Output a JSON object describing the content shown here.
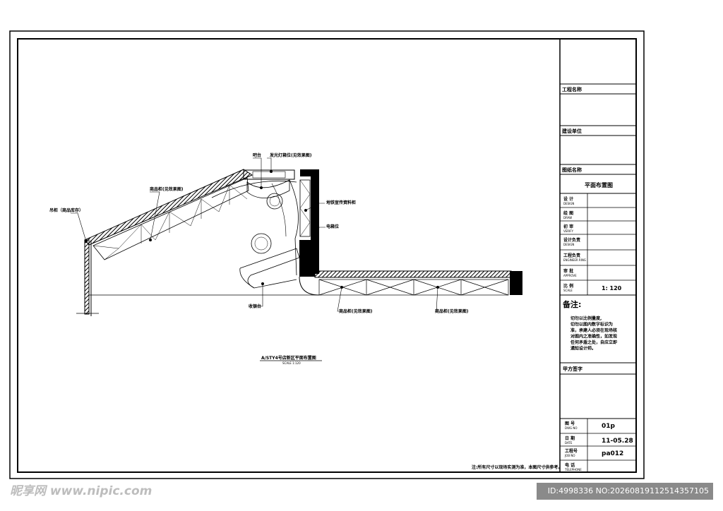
{
  "drawing": {
    "callouts": {
      "hanger": "吊柜（商品库存）",
      "cabinet_top": "商品柜(见效果图)",
      "counter": "吧台",
      "lightbox": "发光灯箱位(见效果图)",
      "promo_frame": "地铁宣传資料柜",
      "electric": "电箱位",
      "cashier": "收银台",
      "cabinet_bottom_1": "商品柜(见效果图)",
      "cabinet_bottom_2": "商品柜(见效果图)"
    },
    "plan_title": "A/STY4号店新区平面布置图",
    "plan_scale": "SCALE 1:120",
    "note": "注:所有尺寸以现场实测为准，本图尺寸供参考。"
  },
  "title_block": {
    "project_name": "工程名称",
    "owner": "建设单位",
    "drawing_name_label": "图纸名称",
    "drawing_name": "平面布置图",
    "rows": [
      {
        "cn": "设 计",
        "en": "DESIGN",
        "value": ""
      },
      {
        "cn": "绘 图",
        "en": "DRAW",
        "value": ""
      },
      {
        "cn": "初 审",
        "en": "VERIFY",
        "value": ""
      },
      {
        "cn": "设计负责",
        "en": "DESIGN",
        "value": ""
      },
      {
        "cn": "工程负责",
        "en": "ENGINEER RING",
        "value": ""
      },
      {
        "cn": "审 批",
        "en": "APPROVE",
        "value": ""
      },
      {
        "cn": "比 例",
        "en": "SCALE",
        "value": "1: 120"
      }
    ],
    "remarks_title": "备注:",
    "remarks_text": [
      "切勿以比例量度,",
      "切勿以图内数字标识为",
      "准，承建人必须在现场核",
      "对图内之准确性，如发现",
      "任何矛盾之处，自应立即",
      "通知设计师。"
    ],
    "party_sign": "甲方签字",
    "bottom_rows": [
      {
        "cn": "图 号",
        "en": "DWG NO",
        "value": "01p"
      },
      {
        "cn": "日 期",
        "en": "DATE",
        "value": "11-05.28"
      },
      {
        "cn": "工程号",
        "en": "JOB NO",
        "value": "pa012"
      },
      {
        "cn": "电 话",
        "en": "TELEPHONE",
        "value": ""
      }
    ]
  },
  "watermark": {
    "left": "昵享网 www.nipic.com",
    "right": "ID:4998336 NO:20260819112514357105"
  }
}
